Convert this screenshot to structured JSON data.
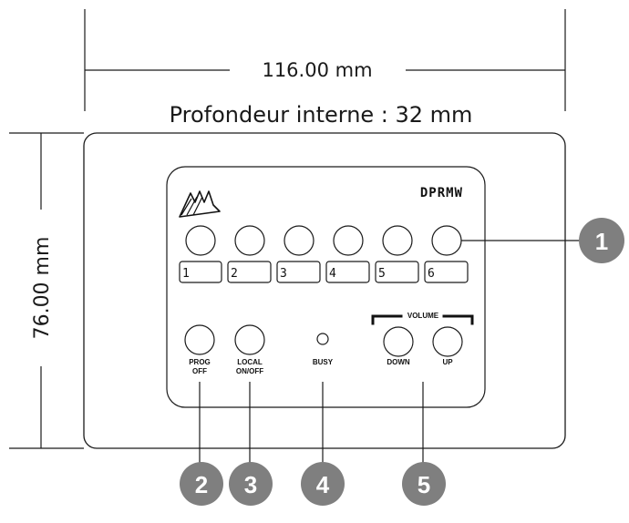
{
  "dimensions": {
    "width_label": "116.00 mm",
    "depth_label": "Profondeur interne : 32 mm",
    "height_label": "76.00 mm"
  },
  "panel": {
    "brand": "DPRMW",
    "logo_icon": "brand-logo-icon",
    "keys": [
      {
        "label": "1"
      },
      {
        "label": "2"
      },
      {
        "label": "3"
      },
      {
        "label": "4"
      },
      {
        "label": "5"
      },
      {
        "label": "6"
      }
    ],
    "controls": {
      "prog_line1": "PROG",
      "prog_line2": "OFF",
      "local_line1": "LOCAL",
      "local_line2": "ON/OFF",
      "busy": "BUSY",
      "volume": "VOLUME",
      "down": "DOWN",
      "up": "UP"
    }
  },
  "callouts": [
    {
      "label": "1"
    },
    {
      "label": "2"
    },
    {
      "label": "3"
    },
    {
      "label": "4"
    },
    {
      "label": "5"
    }
  ],
  "colors": {
    "callout_fill": "#7f7f7f",
    "line": "#1a1a1a"
  }
}
